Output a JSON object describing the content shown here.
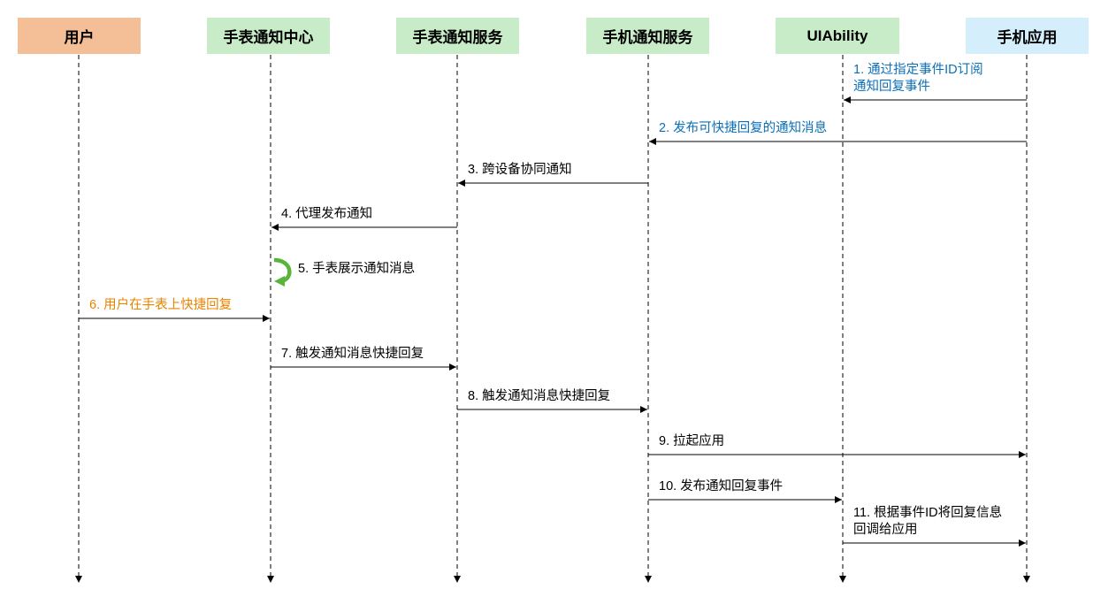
{
  "colors": {
    "user_header": "#f4be97",
    "watch_header": "#c7ecc7",
    "phone_app_header": "#d4eefb",
    "blue_text": "#0b6fb8",
    "orange_text": "#e98300",
    "loop_icon": "#58b43a",
    "line": "#000000"
  },
  "participants": [
    {
      "id": "user",
      "label": "用户"
    },
    {
      "id": "watch-center",
      "label": "手表通知中心"
    },
    {
      "id": "watch-service",
      "label": "手表通知服务"
    },
    {
      "id": "phone-service",
      "label": "手机通知服务"
    },
    {
      "id": "uiability",
      "label": "UIAbility"
    },
    {
      "id": "phone-app",
      "label": "手机应用"
    }
  ],
  "messages": [
    {
      "from": "phone-app",
      "to": "uiability",
      "lines": [
        "1. 通过指定事件ID订阅",
        "通知回复事件"
      ],
      "style": "blue"
    },
    {
      "from": "phone-app",
      "to": "phone-service",
      "lines": [
        "2. 发布可快捷回复的通知消息"
      ],
      "style": "blue"
    },
    {
      "from": "phone-service",
      "to": "watch-service",
      "lines": [
        "3. 跨设备协同通知"
      ],
      "style": "black"
    },
    {
      "from": "watch-service",
      "to": "watch-center",
      "lines": [
        "4. 代理发布通知"
      ],
      "style": "black"
    },
    {
      "from": "watch-center",
      "to": "watch-center",
      "lines": [
        "5. 手表展示通知消息"
      ],
      "style": "black",
      "self": true
    },
    {
      "from": "user",
      "to": "watch-center",
      "lines": [
        "6. 用户在手表上快捷回复"
      ],
      "style": "orange"
    },
    {
      "from": "watch-center",
      "to": "watch-service",
      "lines": [
        "7. 触发通知消息快捷回复"
      ],
      "style": "black"
    },
    {
      "from": "watch-service",
      "to": "phone-service",
      "lines": [
        "8. 触发通知消息快捷回复"
      ],
      "style": "black"
    },
    {
      "from": "phone-service",
      "to": "phone-app",
      "lines": [
        "9. 拉起应用"
      ],
      "style": "black"
    },
    {
      "from": "phone-service",
      "to": "uiability",
      "lines": [
        "10. 发布通知回复事件"
      ],
      "style": "black"
    },
    {
      "from": "uiability",
      "to": "phone-app",
      "lines": [
        "11. 根据事件ID将回复信息",
        "回调给应用"
      ],
      "style": "black"
    }
  ]
}
